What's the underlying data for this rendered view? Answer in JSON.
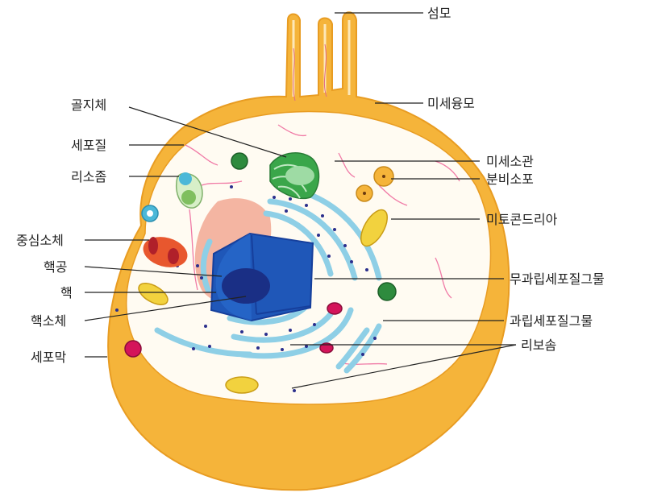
{
  "labels": {
    "left": {
      "golgi": "골지체",
      "cytoplasm": "세포질",
      "lysosome": "리소좀",
      "centrosome": "중심소체",
      "nuclear_pore": "핵공",
      "nucleus": "핵",
      "nucleolus": "핵소체",
      "cell_membrane": "세포막"
    },
    "right": {
      "cilia": "섬모",
      "microvilli": "미세융모",
      "microtubule": "미세소관",
      "secretory_vesicle": "분비소포",
      "mitochondria": "미토콘드리아",
      "smooth_er": "무과립세포질그물",
      "rough_er": "과립세포질그물",
      "ribosome": "리보솜"
    }
  },
  "colors": {
    "membrane": "#f5b43a",
    "membrane_edge": "#e89c22",
    "cytoplasm": "#fffbf2",
    "nucleus_outer": "#1f57b8",
    "nucleus_inner": "#163f9c",
    "nucleolus": "#1a2f85",
    "er": "#8ecfe6",
    "er_edge": "#4aa6cc",
    "golgi": "#3aa64a",
    "mitochondria": "#f2d23e",
    "centrosome": "#e8572e",
    "ribosome": "#2b2f8c",
    "lysosome": "#4bb8d8",
    "peri_nuclear": "#f2a894",
    "microtubule": "#f07aa6"
  }
}
